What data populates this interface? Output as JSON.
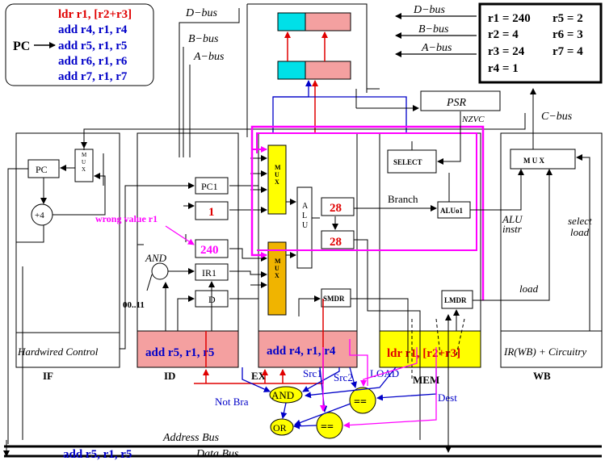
{
  "instructions": {
    "pc_label": "PC",
    "lines": [
      {
        "text": "ldr r1, [r2+r3]",
        "color": "#e00000"
      },
      {
        "text": "add r4, r1, r4",
        "color": "#0000c8"
      },
      {
        "text": "add r5, r1, r5",
        "color": "#0000c8"
      },
      {
        "text": "add r6, r1, r6",
        "color": "#0000c8"
      },
      {
        "text": "add r7, r1, r7",
        "color": "#0000c8"
      }
    ]
  },
  "registers": {
    "col1": [
      "r1 = 240",
      "r2 = 4",
      "r3 = 24",
      "r4 = 1"
    ],
    "col2": [
      "r5 = 2",
      "r6 = 3",
      "r7 = 4"
    ]
  },
  "buses": {
    "d_bus": "D−bus",
    "b_bus": "B−bus",
    "a_bus": "A−bus",
    "c_bus": "C−bus",
    "address_bus": "Address Bus",
    "data_bus": "Data Bus"
  },
  "blocks": {
    "pc": "PC",
    "mux": "M U X",
    "plus4": "+4",
    "pc1": "PC1",
    "val_1": "1",
    "val_240": "240",
    "ir1": "IR1",
    "d": "D",
    "and_label": "AND",
    "bits": "00..11",
    "alu": "A L U",
    "val_28a": "28",
    "val_28b": "28",
    "smdr": "SMDR",
    "select": "SELECT",
    "aluo1": "ALUo1",
    "lmdr": "LMDR",
    "psr": "PSR",
    "nzvc": "NZVC",
    "branch": "Branch",
    "wb_mux": "M U X",
    "alu_instr": "ALU instr",
    "select_load": "select load",
    "load": "load",
    "wrong_value": "wrong value r1"
  },
  "stages": {
    "if": "IF",
    "id": "ID",
    "ex": "EX",
    "mem": "MEM",
    "wb": "WB",
    "hardwired": "Hardwired Control",
    "id_instr": "add r5, r1, r5",
    "ex_instr": "add r4, r1, r4",
    "mem_instr": "ldr r1, [r2+r3]",
    "wb_instr": "IR(WB) + Circuitry"
  },
  "hazard": {
    "not_bra": "Not Bra",
    "and": "AND",
    "or": "OR",
    "eq1": "==",
    "eq2": "==",
    "src1": "Src1",
    "src2": "Src2",
    "load": "LOAD",
    "dest": "Dest"
  },
  "bottom_instr": "add r5, r1, r5",
  "colors": {
    "pink_box": "#f4a0a0",
    "yellow_box": "#ffff00",
    "orange_mux": "#f0b400",
    "cyan_reg": "#00e0e8",
    "magenta": "#ff00ff",
    "red": "#e00000",
    "blue": "#0000c8"
  }
}
